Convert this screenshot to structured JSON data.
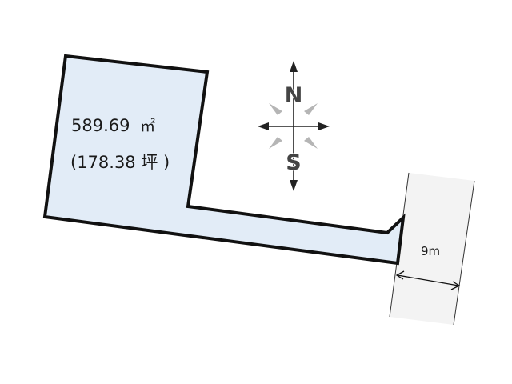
{
  "plot": {
    "area_sqm_value": "589.69",
    "area_sqm_unit": "㎡",
    "area_tsubo": "(178.38 坪 )",
    "fill_color": "#e2ecf7",
    "outline_color": "#111111"
  },
  "road": {
    "width_label": "9m",
    "fill_color": "#f3f3f3",
    "edge_color": "#333333"
  },
  "compass": {
    "north_label": "N",
    "south_label": "S",
    "letter_color": "#444444",
    "ray_color": "#b5b5b5"
  }
}
